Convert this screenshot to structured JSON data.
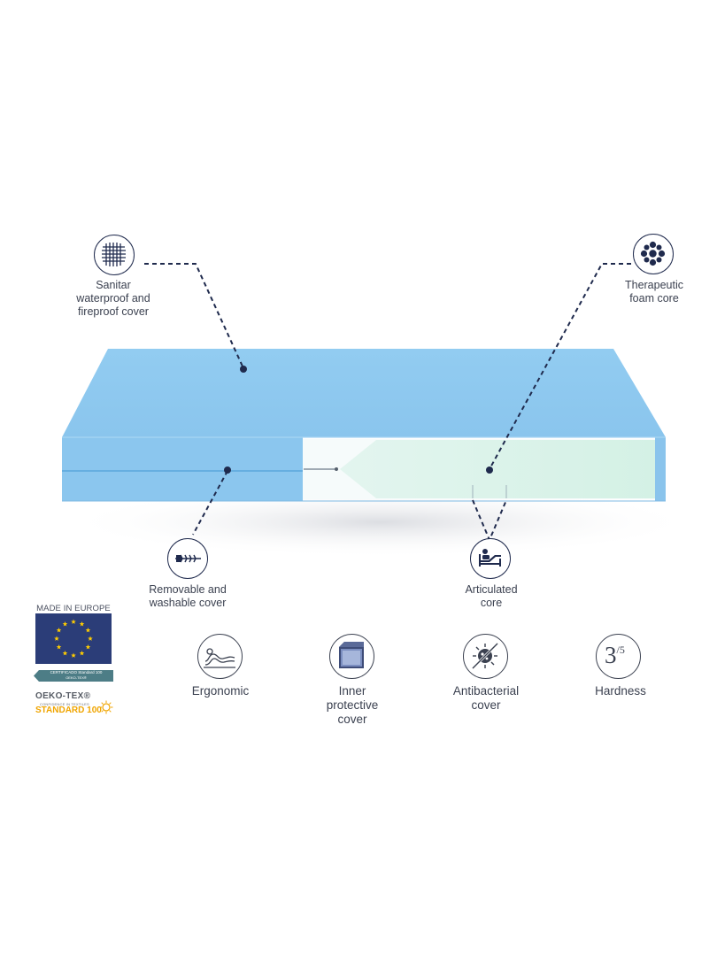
{
  "callouts": {
    "cover": {
      "lines": [
        "Sanitar",
        "waterproof and",
        "fireproof cover"
      ],
      "icon": "mesh-grid-icon"
    },
    "core": {
      "lines": [
        "Therapeutic",
        "foam core"
      ],
      "icon": "foam-cells-icon"
    },
    "zip": {
      "lines": [
        "Removable and",
        "washable cover"
      ],
      "icon": "zipper-icon"
    },
    "articulated": {
      "lines": [
        "Articulated",
        "core"
      ],
      "icon": "adjustable-bed-icon"
    }
  },
  "features": [
    {
      "lines": [
        "Ergonomic"
      ],
      "icon": "body-contour-icon"
    },
    {
      "lines": [
        "Inner",
        "protective",
        "cover"
      ],
      "icon": "layer-block-icon"
    },
    {
      "lines": [
        "Antibacterial",
        "cover"
      ],
      "icon": "no-bacteria-icon"
    },
    {
      "lines": [
        "Hardness"
      ],
      "icon": "hardness-rating-icon",
      "rating_value": "3",
      "rating_scale": "/5"
    }
  ],
  "badges": {
    "made_in": "MADE IN EUROPE",
    "oeko_cert_line1": "CERTIFICADO Standard 100",
    "oeko_cert_line2": "OEKO-TEX®",
    "oeko_brand": "OEKO-TEX®",
    "oeko_tagline": "CONFIDENCE IN TEXTILES",
    "oeko_standard": "STANDARD 100"
  },
  "colors": {
    "mattress_top": "#8ec9ef",
    "mattress_side": "#8bc6ee",
    "foam": "#d6f2e6",
    "navy": "#1f2a4d",
    "eu_blue": "#2b3d78",
    "eu_star": "#ffcc00",
    "oeko_orange": "#f0a500"
  }
}
